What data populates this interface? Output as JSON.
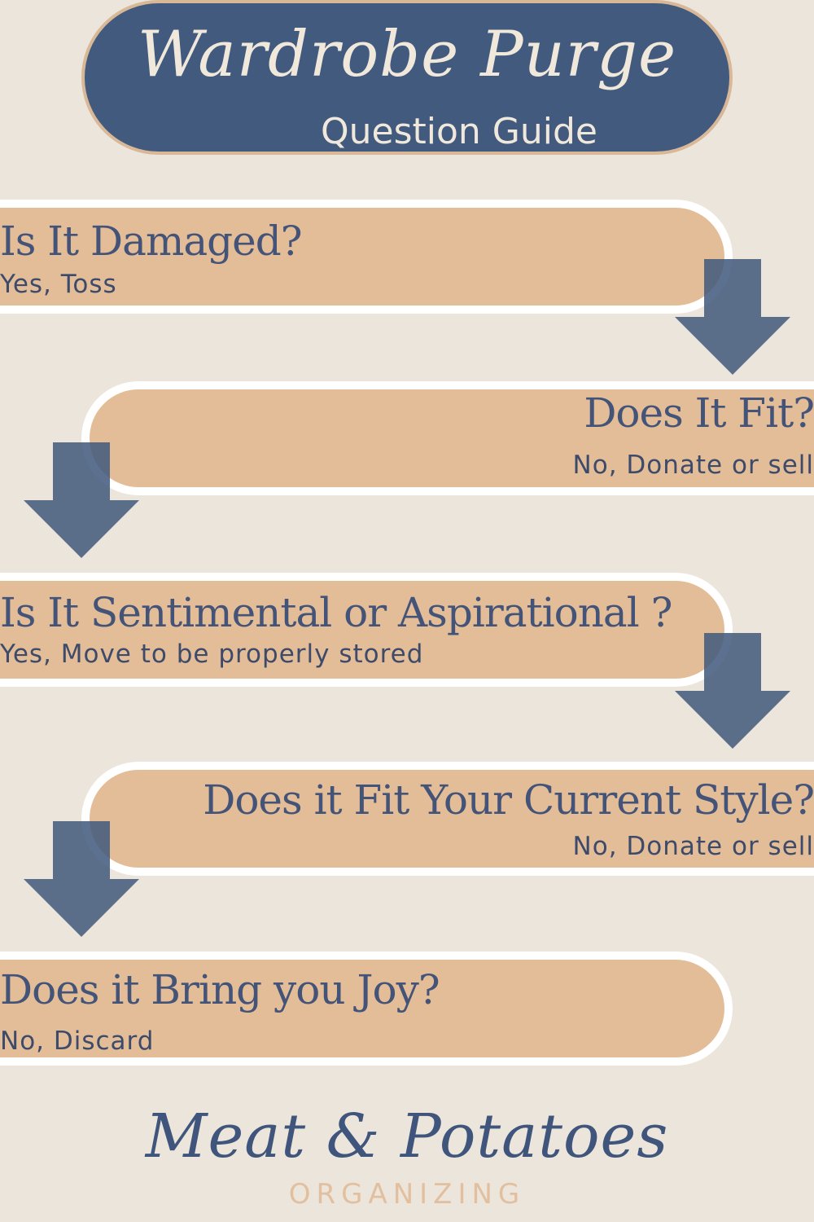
{
  "header": {
    "title": "Wardrobe Purge",
    "subtitle": "Question Guide"
  },
  "steps": [
    {
      "question": "Is It Damaged?",
      "answer": "Yes, Toss"
    },
    {
      "question": "Does It Fit?",
      "answer": "No, Donate or sell"
    },
    {
      "question": "Is It Sentimental or Aspirational  ?",
      "answer": "Yes, Move to be properly stored"
    },
    {
      "question": "Does it Fit Your Current Style?",
      "answer": "No, Donate or sell"
    },
    {
      "question": "Does it Bring you Joy?",
      "answer": "No, Discard"
    }
  ],
  "logo": {
    "name": "Meat & Potatoes",
    "tagline": "ORGANIZING"
  },
  "colors": {
    "background": "#ece5db",
    "navy": "#415a7d",
    "tan": "#e3bd97",
    "arrow": "#4a5f86"
  },
  "icons": [
    "down-arrow-icon"
  ]
}
